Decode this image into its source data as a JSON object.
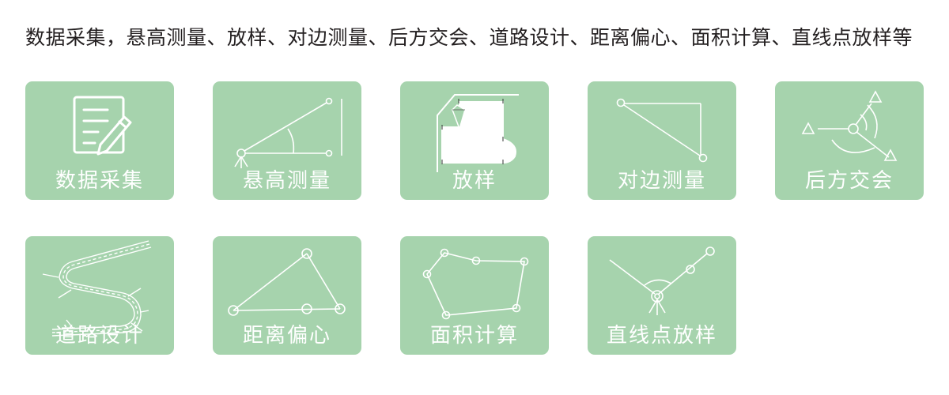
{
  "header": {
    "title": "数据采集，悬高测量、放样、对边测量、后方交会、道路设计、距离偏心、面积计算、直线点放样等"
  },
  "colors": {
    "card_bg": "#a6d3ad",
    "icon_stroke": "#ffffff",
    "text": "#231f20"
  },
  "features": [
    {
      "label": "数据采集",
      "icon": "document-pencil-icon"
    },
    {
      "label": "悬高测量",
      "icon": "remote-elevation-icon"
    },
    {
      "label": "放样",
      "icon": "stakeout-icon"
    },
    {
      "label": "对边测量",
      "icon": "missing-line-icon"
    },
    {
      "label": "后方交会",
      "icon": "resection-icon"
    },
    {
      "label": "道路设计",
      "icon": "road-design-icon"
    },
    {
      "label": "距离偏心",
      "icon": "distance-offset-icon"
    },
    {
      "label": "面积计算",
      "icon": "area-calculation-icon"
    },
    {
      "label": "直线点放样",
      "icon": "line-point-stakeout-icon"
    }
  ]
}
